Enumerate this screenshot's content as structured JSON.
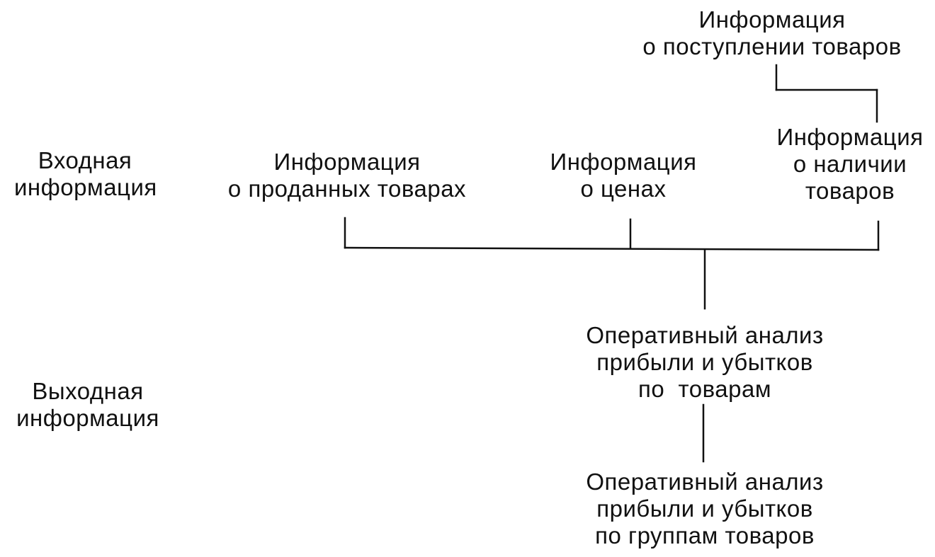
{
  "row_labels": {
    "input": [
      "Входная",
      "информация"
    ],
    "output": [
      "Выходная",
      "информация"
    ]
  },
  "nodes": {
    "receipt_info": [
      "Информация",
      "о поступлении товаров"
    ],
    "sold_info": [
      "Информация",
      "о проданных товарах"
    ],
    "prices_info": [
      "Информация",
      "о ценах"
    ],
    "stock_info": [
      "Информация",
      "о наличии",
      "товаров"
    ],
    "analysis_goods": [
      "Оперативный анализ",
      "прибыли и убытков",
      "по  товарам"
    ],
    "analysis_groups": [
      "Оперативный анализ",
      "прибыли и убытков",
      "по группам товаров"
    ]
  },
  "colors": {
    "ink": "#111111",
    "background": "#ffffff"
  }
}
